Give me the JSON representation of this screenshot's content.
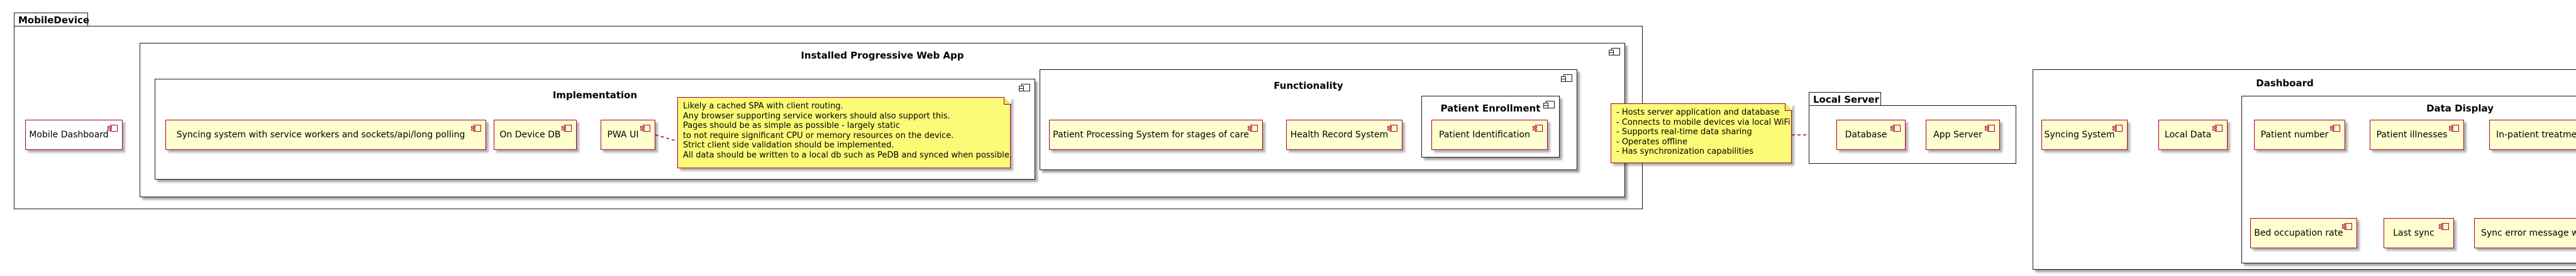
{
  "packages": {
    "mobile_device": "MobileDevice",
    "local_server": "Local Server"
  },
  "nodes": {
    "installed_pwa": "Installed Progressive Web App",
    "implementation": "Implementation",
    "functionality": "Functionality",
    "patient_enrollment": "Patient Enrollment",
    "dashboard": "Dashboard",
    "data_display": "Data Display"
  },
  "components": {
    "mobile_dashboard": "Mobile Dashboard",
    "syncing_service_workers": "Syncing system with service workers and sockets/api/long polling",
    "on_device_db": "On Device DB",
    "pwa_ui": "PWA UI",
    "patient_processing": "Patient Processing System for stages of care",
    "health_record": "Health Record System",
    "patient_identification": "Patient Identification",
    "database": "Database",
    "app_server": "App Server",
    "syncing_system": "Syncing System",
    "local_data": "Local Data",
    "patient_number": "Patient number",
    "patient_illnesses": "Patient illnesses",
    "in_patient_treatment": "In-patient treatme",
    "bed_occupation": "Bed occupation rate",
    "last_sync": "Last sync",
    "sync_error": "Sync error message w"
  },
  "notes": {
    "pwa_note": [
      "Likely a cached SPA with client routing.",
      "Any browser supporting service workers should also support this.",
      "Pages should be as simple as possible - largely static",
      "to not require significant CPU or memory resources on the device.",
      "Strict client side validation should be implemented.",
      "All data should be written to a local db such as PeDB and synced when possible."
    ],
    "server_note": [
      "- Hosts server application and database",
      "- Connects to mobile devices via local WiFi",
      "- Supports real-time data sharing",
      "- Operates offline",
      "- Has synchronization capabilities"
    ]
  },
  "colors": {
    "component_fill": "#fefece",
    "component_border": "#a80036",
    "note_fill": "#fbfb77",
    "frame_border": "#181818"
  }
}
